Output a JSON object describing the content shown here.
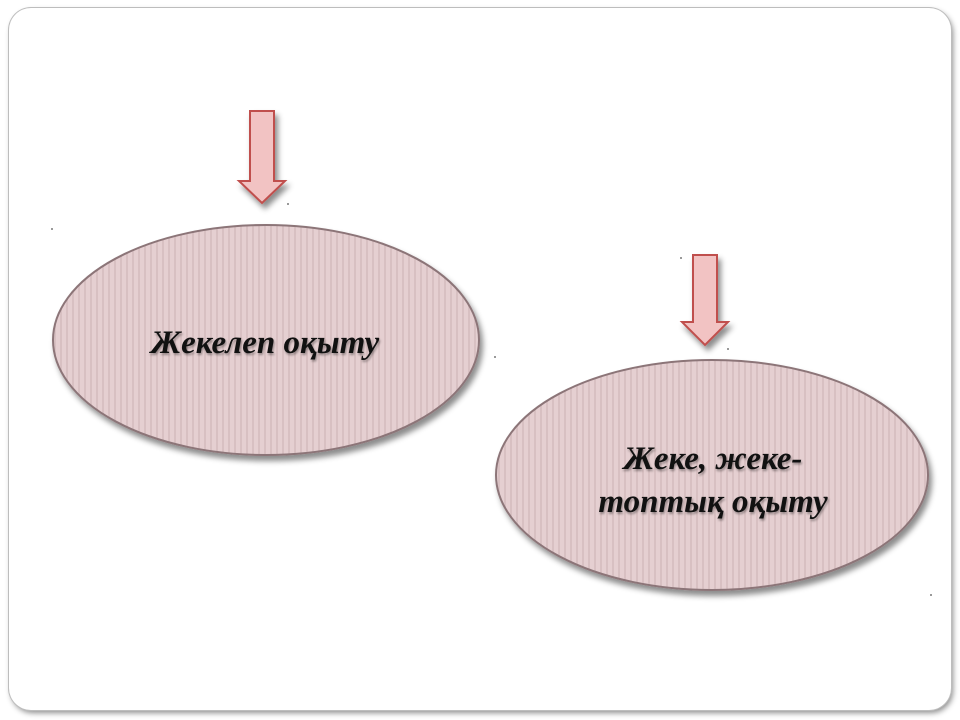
{
  "nodes": [
    {
      "id": "node-1",
      "lines": [
        "Жекелеп оқыту"
      ]
    },
    {
      "id": "node-2",
      "lines": [
        "Жеке, жеке-",
        "топтық оқыту"
      ]
    }
  ],
  "colors": {
    "ellipse_fill": "#e5cfd1",
    "ellipse_stripe": "#d8c0c2",
    "ellipse_stroke": "#8c7478",
    "arrow_fill": "#f2c3c3",
    "arrow_stroke": "#c0504d"
  },
  "icons": {
    "arrow": "down-arrow-icon"
  }
}
